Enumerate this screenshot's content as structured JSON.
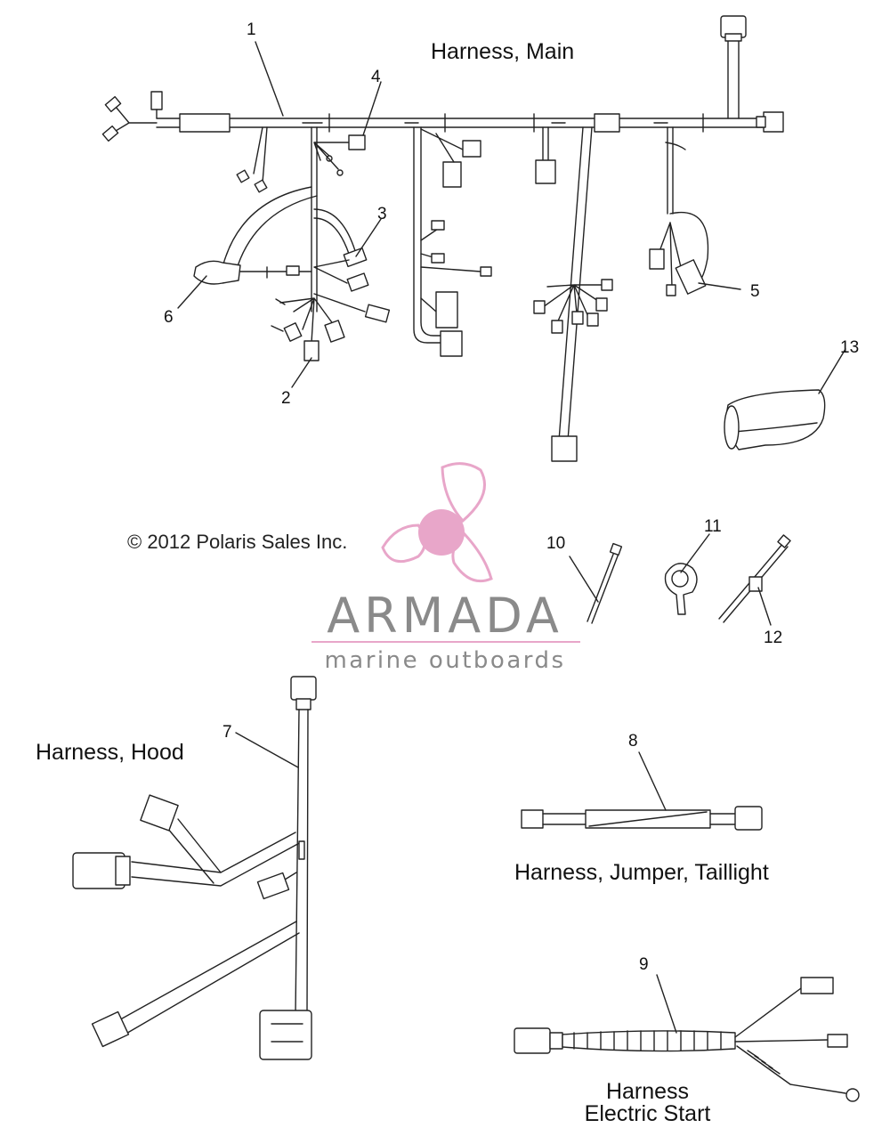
{
  "titles": {
    "main": "Harness, Main",
    "hood": "Harness, Hood",
    "jumper": "Harness, Jumper, Taillight",
    "estart_1": "Harness",
    "estart_2": "Electric Start"
  },
  "callouts": [
    "1",
    "2",
    "3",
    "4",
    "5",
    "6",
    "7",
    "8",
    "9",
    "10",
    "11",
    "12",
    "13"
  ],
  "copyright": "© 2012 Polaris Sales Inc.",
  "watermark": {
    "brand": "ARMADA",
    "tagline": "marine outboards",
    "logo": "propeller-logo-icon",
    "color": "#e8a6c9",
    "text_color": "#8a8a8a"
  },
  "colors": {
    "line": "#222222",
    "background": "#ffffff"
  }
}
